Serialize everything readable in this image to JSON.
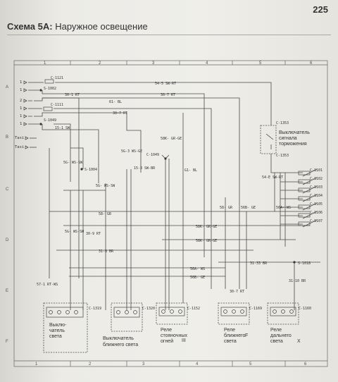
{
  "page": {
    "number": "225",
    "title_scheme": "Схема 5А:",
    "title_text": "Наружное освещение"
  },
  "grid": {
    "columns": [
      "1",
      "2",
      "3",
      "4",
      "5",
      "6"
    ],
    "bottom_columns": [
      "1",
      "2",
      "3",
      "4",
      "5",
      "6"
    ],
    "rows": [
      "A",
      "B",
      "C",
      "D",
      "E",
      "F"
    ]
  },
  "power_inputs": [
    {
      "label": "1",
      "connector": "C-1121"
    },
    {
      "label": "1",
      "connector": "S-1002"
    },
    {
      "label": "2",
      "connector": ""
    },
    {
      "label": "1",
      "connector": "C-1111"
    },
    {
      "label": "1",
      "connector": ""
    },
    {
      "label": "1",
      "connector": "S-1049"
    },
    {
      "label": "Taxi",
      "connector": ""
    },
    {
      "label": "Taxi",
      "connector": ""
    }
  ],
  "wire_labels": {
    "w1": "54-5 SW-RT",
    "w2": "30-1 RT",
    "w3": "30-7 RT",
    "w4": "61- BL",
    "w5": "15-1 SW",
    "w6": "30-7 RT",
    "w7": "5G- WS-SW",
    "w8": "5G- WS-SW",
    "w9": "58- GR",
    "w10": "31-8 BR",
    "w11": "58K- GR-GE",
    "w12": "58K- GR-GE",
    "w13": "56A- WS",
    "w14": "56B- GE",
    "w15": "31-33 BR",
    "w16": "31-10 BR",
    "w17": "57-1 RT-WS",
    "w18": "30-9 RT",
    "w19": "5G- WS-SW",
    "w20": "5G-3 WS-GE",
    "w21": "15-3 SW-BR",
    "w22": "58K- GR-GE",
    "w23": "G1- BL",
    "w24": "54-E SW-RT",
    "w25": "56A- WS",
    "w26": "56B- GE",
    "w27": "30-7 RT",
    "w28": "58- GR"
  },
  "connectors": {
    "s1004": "S-1004",
    "c1049": "C-1049",
    "c1353a": "C-1353",
    "c1353b": "C-1353",
    "s1018": "S-1018",
    "c1319": "C-1319",
    "c1320": "C-1320",
    "c1152": "C-1152",
    "c1169": "C-1169",
    "c1160": "C-1160",
    "c1101": "C-1101",
    "c1102": "C-1102",
    "c1103": "C-1103",
    "c1104": "C-1104",
    "c1105": "C-1105",
    "c1106": "C-1106",
    "c1107": "C-1107"
  },
  "components": {
    "brake_switch": [
      "Выключатель",
      "сигнала",
      "торможения"
    ],
    "light_switch": [
      "Выклю-",
      "чатель",
      "света"
    ],
    "low_beam_switch": [
      "Выключатель",
      "ближнего света"
    ],
    "parking_relay": [
      "Реле",
      "стояночных",
      "огней"
    ],
    "parking_relay_num": "III",
    "low_beam_relay": [
      "Реле",
      "ближнего",
      "света"
    ],
    "low_beam_relay_num": "F",
    "high_beam_relay": [
      "Реле",
      "дальнего",
      "света"
    ],
    "high_beam_relay_num": "X"
  }
}
